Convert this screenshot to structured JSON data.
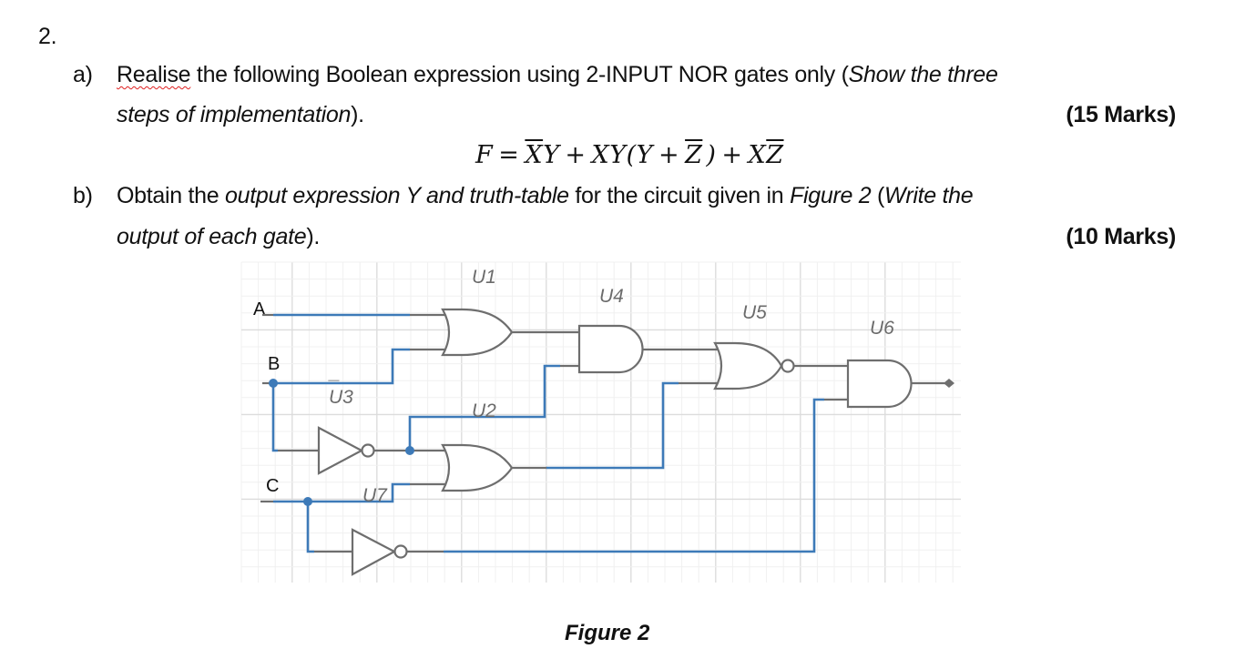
{
  "question": {
    "number": "2.",
    "part_a": {
      "marker": "a)",
      "line1_word1": "Realise",
      "line1_rest": " the following Boolean expression using 2-INPUT NOR gates only (",
      "line1_italic": "Show the three",
      "line2_italic": "steps of implementation",
      "line2_end": ").",
      "marks": "(15 Marks)",
      "equation": {
        "lhs": "F",
        "equals": "=",
        "term1_bar": "X",
        "term1_rest": "Y",
        "plus1": "+",
        "term2_start": "XY(Y",
        "plus2": "+",
        "term2_bar": "Z",
        "term2_end": ")",
        "plus3": "+",
        "term3_start": "X",
        "term3_bar": "Z"
      }
    },
    "part_b": {
      "marker": "b)",
      "line1_start": "Obtain the ",
      "line1_italic": "output expression Y and truth-table",
      "line1_mid": " for the circuit given in ",
      "line1_fig": "Figure 2",
      "line1_paren": " (",
      "line1_italic_end": "Write the",
      "line2_italic": "output of each gate",
      "line2_end": ").",
      "marks": "(10 Marks)"
    }
  },
  "figure": {
    "caption": "Figure 2",
    "inputs": [
      "A",
      "B",
      "C"
    ],
    "gates": [
      {
        "id": "U1",
        "type": "OR"
      },
      {
        "id": "U2",
        "type": "OR"
      },
      {
        "id": "U3",
        "type": "NOT"
      },
      {
        "id": "U4",
        "type": "AND"
      },
      {
        "id": "U5",
        "type": "NOR"
      },
      {
        "id": "U6",
        "type": "AND"
      },
      {
        "id": "U7",
        "type": "NOT"
      }
    ],
    "u3_overbar": "_",
    "colors": {
      "wire": "#3d7ab8",
      "gate": "#6e6e6e",
      "grid": "#e6e6e6"
    }
  }
}
